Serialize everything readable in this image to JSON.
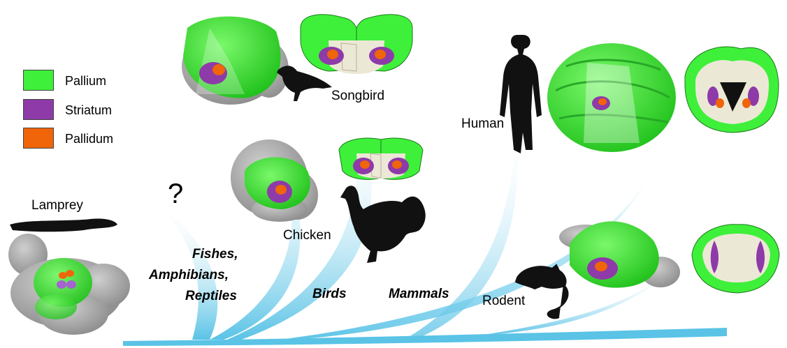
{
  "legend": {
    "items": [
      {
        "label": "Pallium",
        "color": "#3ef03a"
      },
      {
        "label": "Striatum",
        "color": "#8e3aa8"
      },
      {
        "label": "Pallidum",
        "color": "#f0640a"
      }
    ]
  },
  "species": {
    "lamprey": "Lamprey",
    "songbird": "Songbird",
    "chicken": "Chicken",
    "human": "Human",
    "rodent": "Rodent"
  },
  "clades": {
    "fishes": "Fishes,",
    "amphibians": "Amphibians,",
    "reptiles": "Reptiles",
    "birds": "Birds",
    "mammals": "Mammals"
  },
  "unknown_mark": "?",
  "colors": {
    "pallium": "#3ef03a",
    "striatum": "#8e3aa8",
    "pallidum": "#f0640a",
    "brain_gray": "#a8a8a8",
    "tree_blue": "#5ac3e6",
    "section_cream": "#ece8d6",
    "silhouette": "#111111"
  }
}
